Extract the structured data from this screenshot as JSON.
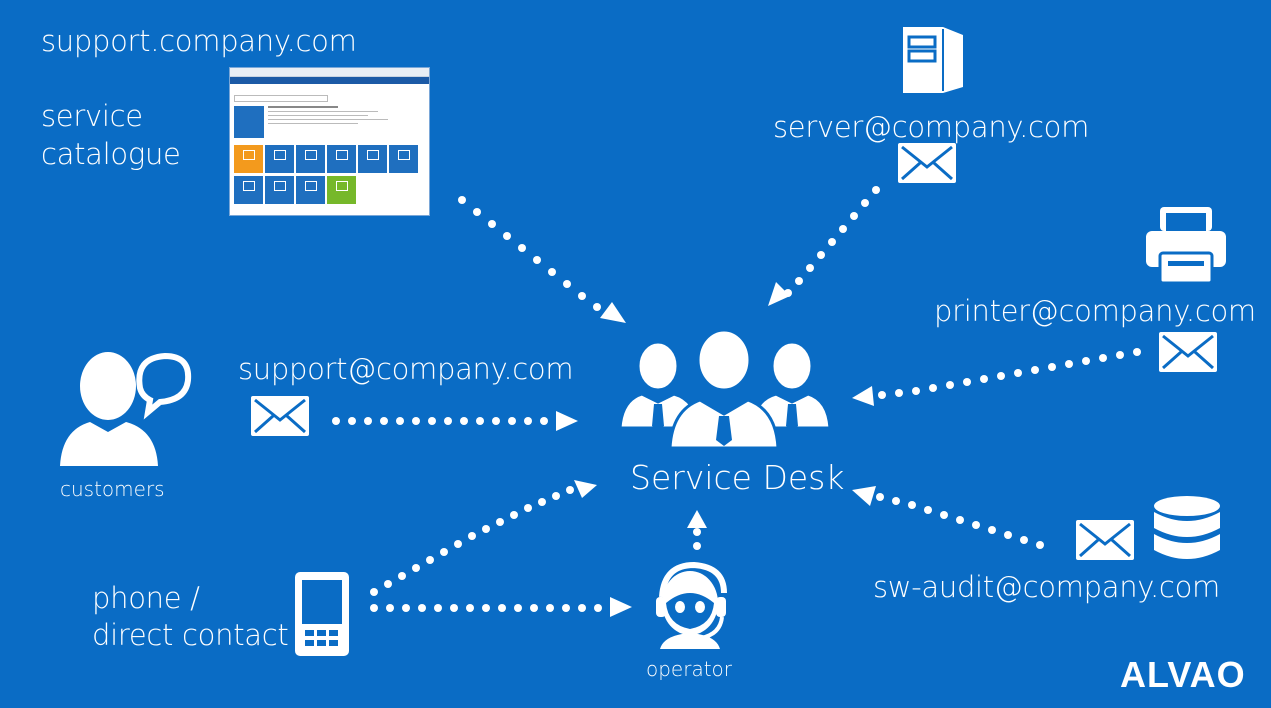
{
  "labels": {
    "support_site": "support.company.com",
    "service_catalogue_line1": "service",
    "service_catalogue_line2": "catalogue",
    "server_email": "server@company.com",
    "printer_email": "printer@company.com",
    "support_email": "support@company.com",
    "customers": "customers",
    "service_desk": "Service Desk",
    "phone_line1": "phone /",
    "phone_line2": "direct contact",
    "operator": "operator",
    "swaudit_email": "sw-audit@company.com"
  },
  "brand": {
    "logo": "ALVAO"
  },
  "colors": {
    "background": "#0a6cc5",
    "foreground": "#ffffff",
    "tile_blue": "#1f6fbf",
    "tile_orange": "#f39a1d",
    "tile_green": "#76b82a"
  },
  "icons": [
    "server-icon",
    "printer-icon",
    "database-icon",
    "envelope-icon",
    "customer-chat-icon",
    "service-desk-team-icon",
    "mobile-phone-icon",
    "operator-headset-icon",
    "service-catalogue-screenshot"
  ]
}
